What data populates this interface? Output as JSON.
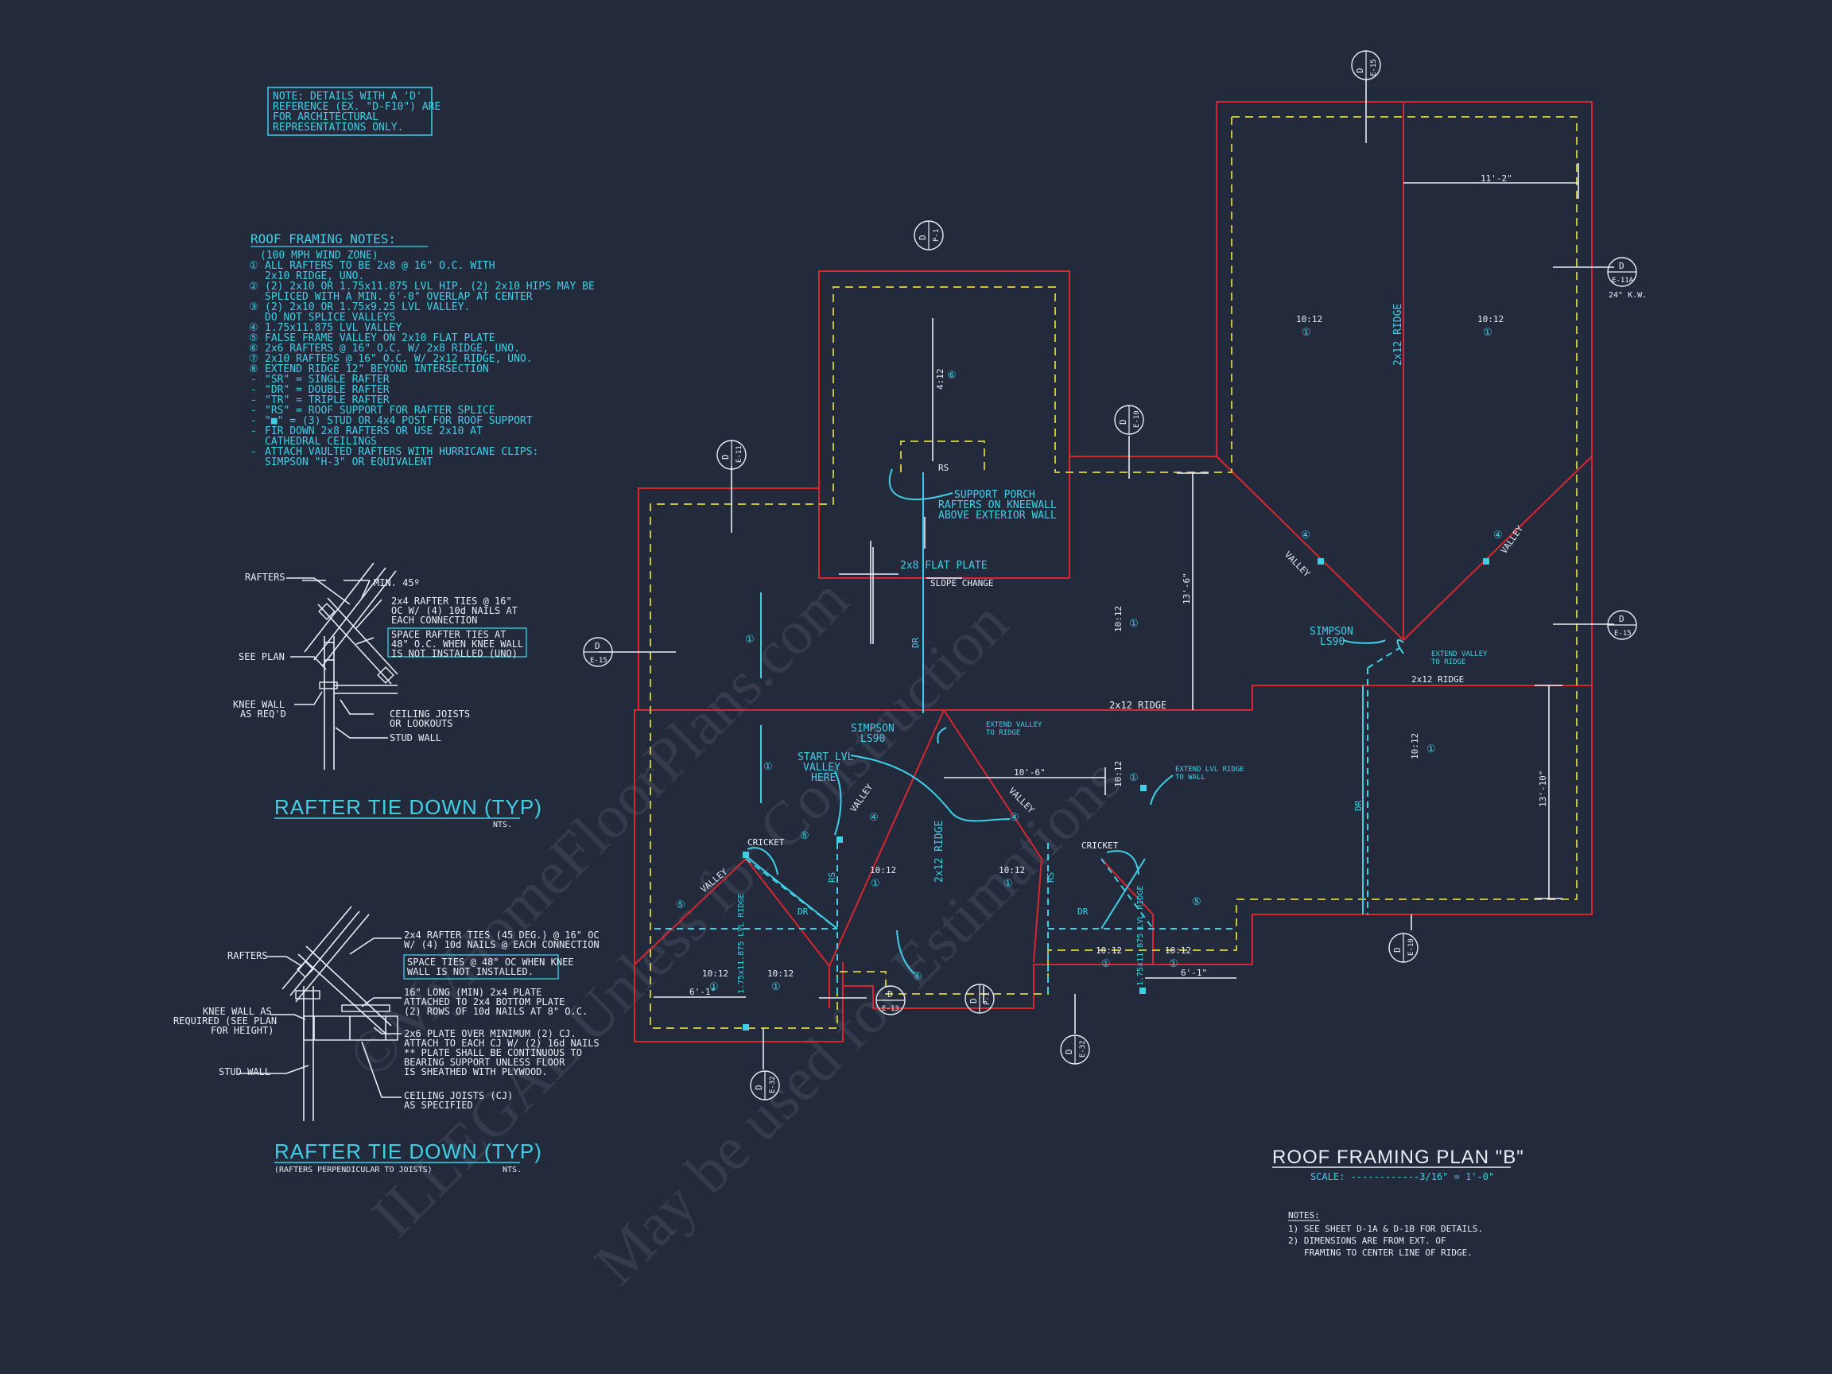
{
  "note_box": [
    "NOTE: DETAILS WITH A 'D'",
    "REFERENCE (EX. \"D-F10\") ARE",
    "FOR ARCHITECTURAL",
    "REPRESENTATIONS ONLY."
  ],
  "roof_notes": {
    "heading": "ROOF FRAMING NOTES:",
    "lines": [
      "(100 MPH WIND ZONE)",
      "ALL RAFTERS TO BE 2x8 @ 16\" O.C. WITH",
      "2x10 RIDGE, UNO.",
      "(2) 2x10 OR 1.75x11.875 LVL HIP. (2) 2x10 HIPS MAY BE",
      "SPLICED WITH A MIN. 6'-0\" OVERLAP AT CENTER",
      "(2) 2x10 OR 1.75x9.25 LVL VALLEY.",
      "DO NOT SPLICE VALLEYS",
      "1.75x11.875 LVL VALLEY",
      "FALSE FRAME VALLEY ON 2x10 FLAT PLATE",
      "2x6 RAFTERS @ 16\" O.C. W/ 2x8 RIDGE, UNO.",
      "2x10 RAFTERS @ 16\" O.C. W/ 2x12 RIDGE, UNO.",
      "EXTEND RIDGE 12\" BEYOND INTERSECTION",
      "\"SR\" = SINGLE RAFTER",
      "\"DR\" = DOUBLE RAFTER",
      "\"TR\" = TRIPLE RAFTER",
      "\"RS\" = ROOF SUPPORT FOR RAFTER SPLICE",
      "\"■\" = (3) STUD OR 4x4 POST FOR ROOF SUPPORT",
      "FIR DOWN 2x8 RAFTERS OR USE 2x10 AT",
      "CATHEDRAL CEILINGS",
      "ATTACH VAULTED RAFTERS WITH HURRICANE CLIPS:",
      "SIMPSON \"H-3\" OR EQUIVALENT"
    ]
  },
  "detail1": {
    "labels": {
      "rafters": "RAFTERS",
      "min45": "MIN. 45º",
      "ties1": "2x4 RAFTER TIES @ 16\"",
      "ties2": "OC W/ (4) 10d NAILS AT",
      "ties3": "EACH CONNECTION",
      "space1": "SPACE RAFTER TIES AT",
      "space2": "48\" O.C. WHEN KNEE WALL",
      "space3": "IS NOT INSTALLED (UNO)",
      "seeplan": "SEE PLAN",
      "knee1": "KNEE WALL",
      "knee2": "AS REQ'D",
      "cj1": "CEILING JOISTS",
      "cj2": "OR LOOKOUTS",
      "stud": "STUD WALL"
    },
    "title": "RAFTER TIE DOWN (TYP)",
    "nts": "NTS."
  },
  "detail2": {
    "labels": {
      "rafters": "RAFTERS",
      "a1": "2x4 RAFTER TIES (45 DEG.) @ 16\" OC",
      "a2": "W/ (4) 10d NAILS @ EACH CONNECTION",
      "s1": "SPACE TIES @ 48\" OC WHEN KNEE",
      "s2": "WALL IS NOT INSTALLED.",
      "p1": "16\" LONG (MIN) 2x4 PLATE",
      "p2": "ATTACHED TO 2x4 BOTTOM PLATE",
      "p3": "(2) ROWS OF 10d NAILS AT 8\" O.C.",
      "k1": "KNEE WALL AS",
      "k2": "REQUIRED (SEE PLAN",
      "k3": "FOR HEIGHT)",
      "q1": "2x6 PLATE OVER MINIMUM (2) CJ.",
      "q2": "ATTACH TO EACH CJ W/ (2) 16d NAILS",
      "q3": "** PLATE SHALL BE CONTINUOUS TO",
      "q4": "BEARING SUPPORT UNLESS FLOOR",
      "q5": "IS SHEATHED WITH PLYWOOD.",
      "stud": "STUD WALL",
      "cj1": "CEILING JOISTS (CJ)",
      "cj2": "AS SPECIFIED"
    },
    "title": "RAFTER TIE DOWN (TYP)",
    "subtitle": "(RAFTERS PERPENDICULAR TO JOISTS)",
    "nts": "NTS."
  },
  "plan": {
    "title": "ROOF FRAMING PLAN \"B\"",
    "scale": "SCALE: ------------3/16\" = 1'-0\"",
    "notes_heading": "NOTES:",
    "notes": [
      "1) SEE SHEET D-1A & D-1B FOR DETAILS.",
      "2) DIMENSIONS ARE FROM EXT. OF",
      "FRAMING TO CENTER LINE OF RIDGE."
    ],
    "labels": {
      "pitch10_12": "10:12",
      "pitch4_12": "4:12",
      "ridge2x12": "2x12 RIDGE",
      "flat_plate": "2x8 FLAT PLATE",
      "slope_change": "SLOPE CHANGE",
      "support1": "SUPPORT PORCH",
      "support2": "RAFTERS ON KNEEWALL",
      "support3": "ABOVE EXTERIOR WALL",
      "rs": "RS",
      "dr": "DR",
      "valley": "VALLEY",
      "simpson": "SIMPSON",
      "lsu": "LS90",
      "extend_valley1": "EXTEND VALLEY",
      "extend_valley2": "TO RIDGE",
      "start1": "START LVL",
      "start2": "VALLEY",
      "start3": "HERE",
      "cricket": "CRICKET",
      "lvl_ridge": "1.75x11.875 LVL RIDGE",
      "extend_lvl1": "EXTEND LVL RIDGE",
      "extend_lvl2": "TO WALL",
      "dim_11_2": "11'-2\"",
      "dim_13_6": "13'-6\"",
      "dim_10_6": "10'-6\"",
      "dim_13_10": "13'-10\"",
      "dim_6_1": "6'-1\"",
      "kwall": "24\" K.W."
    }
  },
  "bubbles": {
    "d": "D",
    "e15": "E-15",
    "p1": "P-1",
    "e11": "E-11",
    "e10": "E-10",
    "e11a": "E-11A",
    "e13": "E-13",
    "e32": "E-32"
  },
  "watermark": [
    "©MyHomeFloorPlans.com",
    "ILLEGAL Unless for Construction",
    "May be used for Estimations"
  ]
}
